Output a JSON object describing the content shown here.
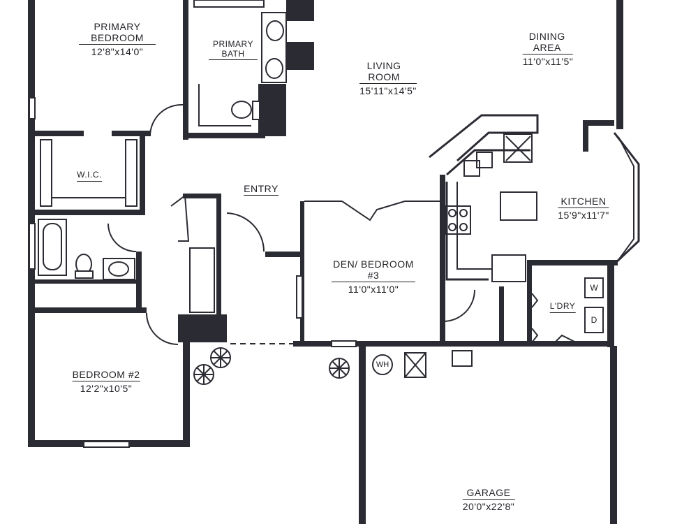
{
  "rooms": {
    "primary_bedroom": {
      "name": "PRIMARY BEDROOM",
      "dims": "12'8\"x14'0\""
    },
    "primary_bath": {
      "name": "PRIMARY BATH"
    },
    "living_room": {
      "name": "LIVING ROOM",
      "dims": "15'11\"x14'5\""
    },
    "dining_area": {
      "name": "DINING AREA",
      "dims": "11'0\"x11'5\""
    },
    "wic": {
      "name": "W.I.C."
    },
    "entry": {
      "name": "ENTRY"
    },
    "kitchen": {
      "name": "KITCHEN",
      "dims": "15'9\"x11'7\""
    },
    "den": {
      "name": "DEN/ BEDROOM #3",
      "dims": "11'0\"x11'0\""
    },
    "laundry": {
      "name": "L'DRY"
    },
    "bedroom2": {
      "name": "BEDROOM #2",
      "dims": "12'2\"x10'5\""
    },
    "garage": {
      "name": "GARAGE",
      "dims": "20'0\"x22'8\""
    }
  },
  "fixtures": {
    "water_heater": "WH",
    "washer": "W",
    "dryer": "D"
  }
}
